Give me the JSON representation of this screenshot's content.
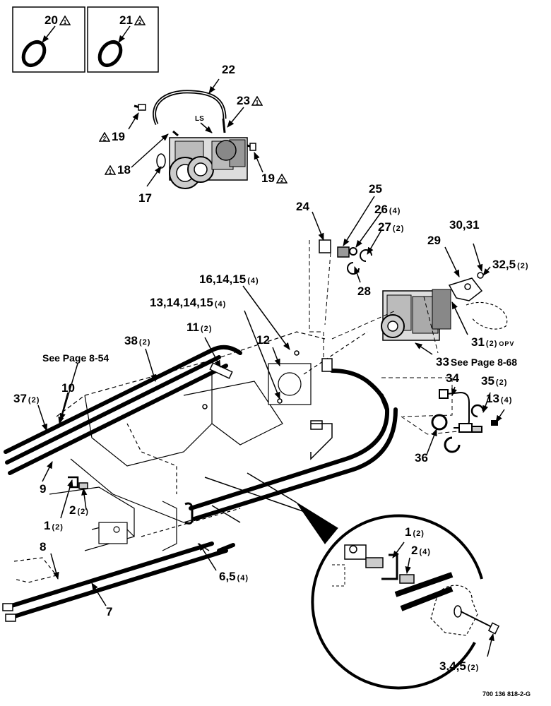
{
  "boxes": [
    {
      "num": "20",
      "note": "1"
    },
    {
      "num": "21",
      "note": "2"
    }
  ],
  "labels": {
    "p22": "22",
    "p23": "23",
    "p23_note": "1",
    "p19a": "19",
    "p19a_note": "2",
    "p19b": "19",
    "p19b_note": "2",
    "p18": "18",
    "p18_note": "1",
    "p17": "17",
    "ls": "LS",
    "p24": "24",
    "p25": "25",
    "p26": "26",
    "p26_q": "(4)",
    "p27": "27",
    "p27_q": "(2)",
    "p28": "28",
    "p29": "29",
    "p3031": "30,31",
    "p325": "32,5",
    "p325_q": "(2)",
    "p161415": "16,14,15",
    "p161415_q": "(4)",
    "p13141415": "13,14,14,15",
    "p13141415_q": "(4)",
    "p11": "11",
    "p11_q": "(2)",
    "p38": "38",
    "p38_q": "(2)",
    "p12": "12",
    "p31": "31",
    "p31_q": "(2)",
    "opv": "OPV",
    "p33": "33",
    "see868": "See Page 8-68",
    "see854": "See Page 8-54",
    "p10": "10",
    "p37": "37",
    "p37_q": "(2)",
    "p34": "34",
    "p35": "35",
    "p35_q": "(2)",
    "p13": "13",
    "p13_q": "(4)",
    "p36": "36",
    "p9": "9",
    "p1": "1",
    "p1_q": "(2)",
    "p2": "2",
    "p2_q": "(2)",
    "p8": "8",
    "p7": "7",
    "p65": "6,5",
    "p65_q": "(4)",
    "d1": "1",
    "d1_q": "(2)",
    "d2": "2",
    "d2_q": "(4)",
    "p345": "3,4,5",
    "p345_q": "(2)"
  },
  "doc_number": "700 136 818-2-G"
}
